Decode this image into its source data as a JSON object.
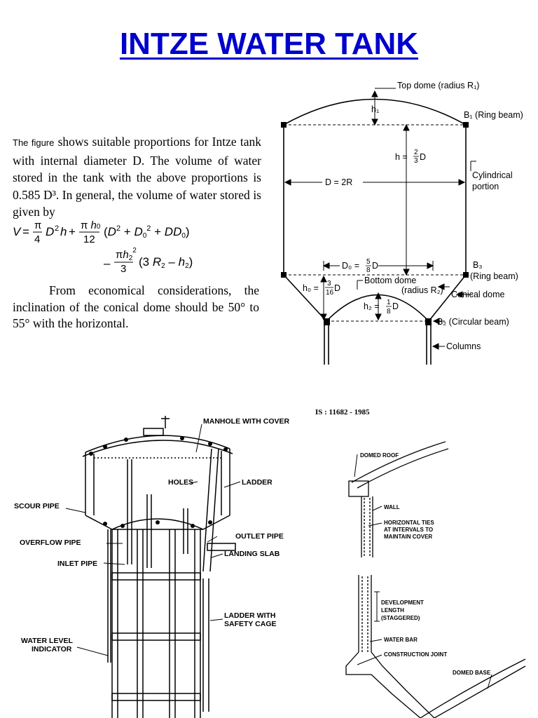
{
  "title": "INTZE WATER TANK",
  "para1_small": "The figure",
  "para1_rest": " shows suitable proportions for Intze tank with internal diameter D. The volume of water stored in the tank with the above proportions is 0.585 D³. In general, the volume of water stored is given by",
  "para2": "From economical considerations, the inclination of the conical dome should be 50° to 55° with the horizontal.",
  "diagram1": {
    "top_dome": "Top dome (radius R₁)",
    "h1": "h₁",
    "b1": "B₁ (Ring beam)",
    "h_label": "h =",
    "d_2r": "D = 2R",
    "cyl_1": "Cylindrical",
    "cyl_2": "portion",
    "b3": "B₃",
    "b3_ring": "(Ring beam)",
    "d0": "D₀ =",
    "bottom_dome": "Bottom dome",
    "bottom_radius": "(radius R₂)",
    "conical": "Conical dome",
    "h0": "h₀ =",
    "h2": "h₂ =",
    "b2": "B₂ (Circular beam)",
    "columns": "Columns"
  },
  "diagram2": {
    "manhole": "MANHOLE WITH COVER",
    "holes": "HOLES",
    "ladder": "LADDER",
    "scour": "SCOUR PIPE",
    "overflow": "OVERFLOW PIPE",
    "outlet": "OUTLET PIPE",
    "landing": "LANDING SLAB",
    "inlet": "INLET PIPE",
    "ladder_safety_1": "LADDER WITH",
    "ladder_safety_2": "SAFETY CAGE",
    "wli_1": "WATER LEVEL",
    "wli_2": "INDICATOR"
  },
  "diagram3": {
    "standard": "IS : 11682 - 1985",
    "domed_roof": "DOMED ROOF",
    "wall": "WALL",
    "ties_1": "HORIZONTAL TIES",
    "ties_2": "AT INTERVALS TO",
    "ties_3": "MAINTAIN COVER",
    "dev_1": "DEVELOPMENT",
    "dev_2": "LENGTH",
    "dev_3": "(STAGGERED)",
    "water_bar": "WATER BAR",
    "const_joint": "CONSTRUCTION JOINT",
    "domed_base": "DOMED BASE"
  }
}
